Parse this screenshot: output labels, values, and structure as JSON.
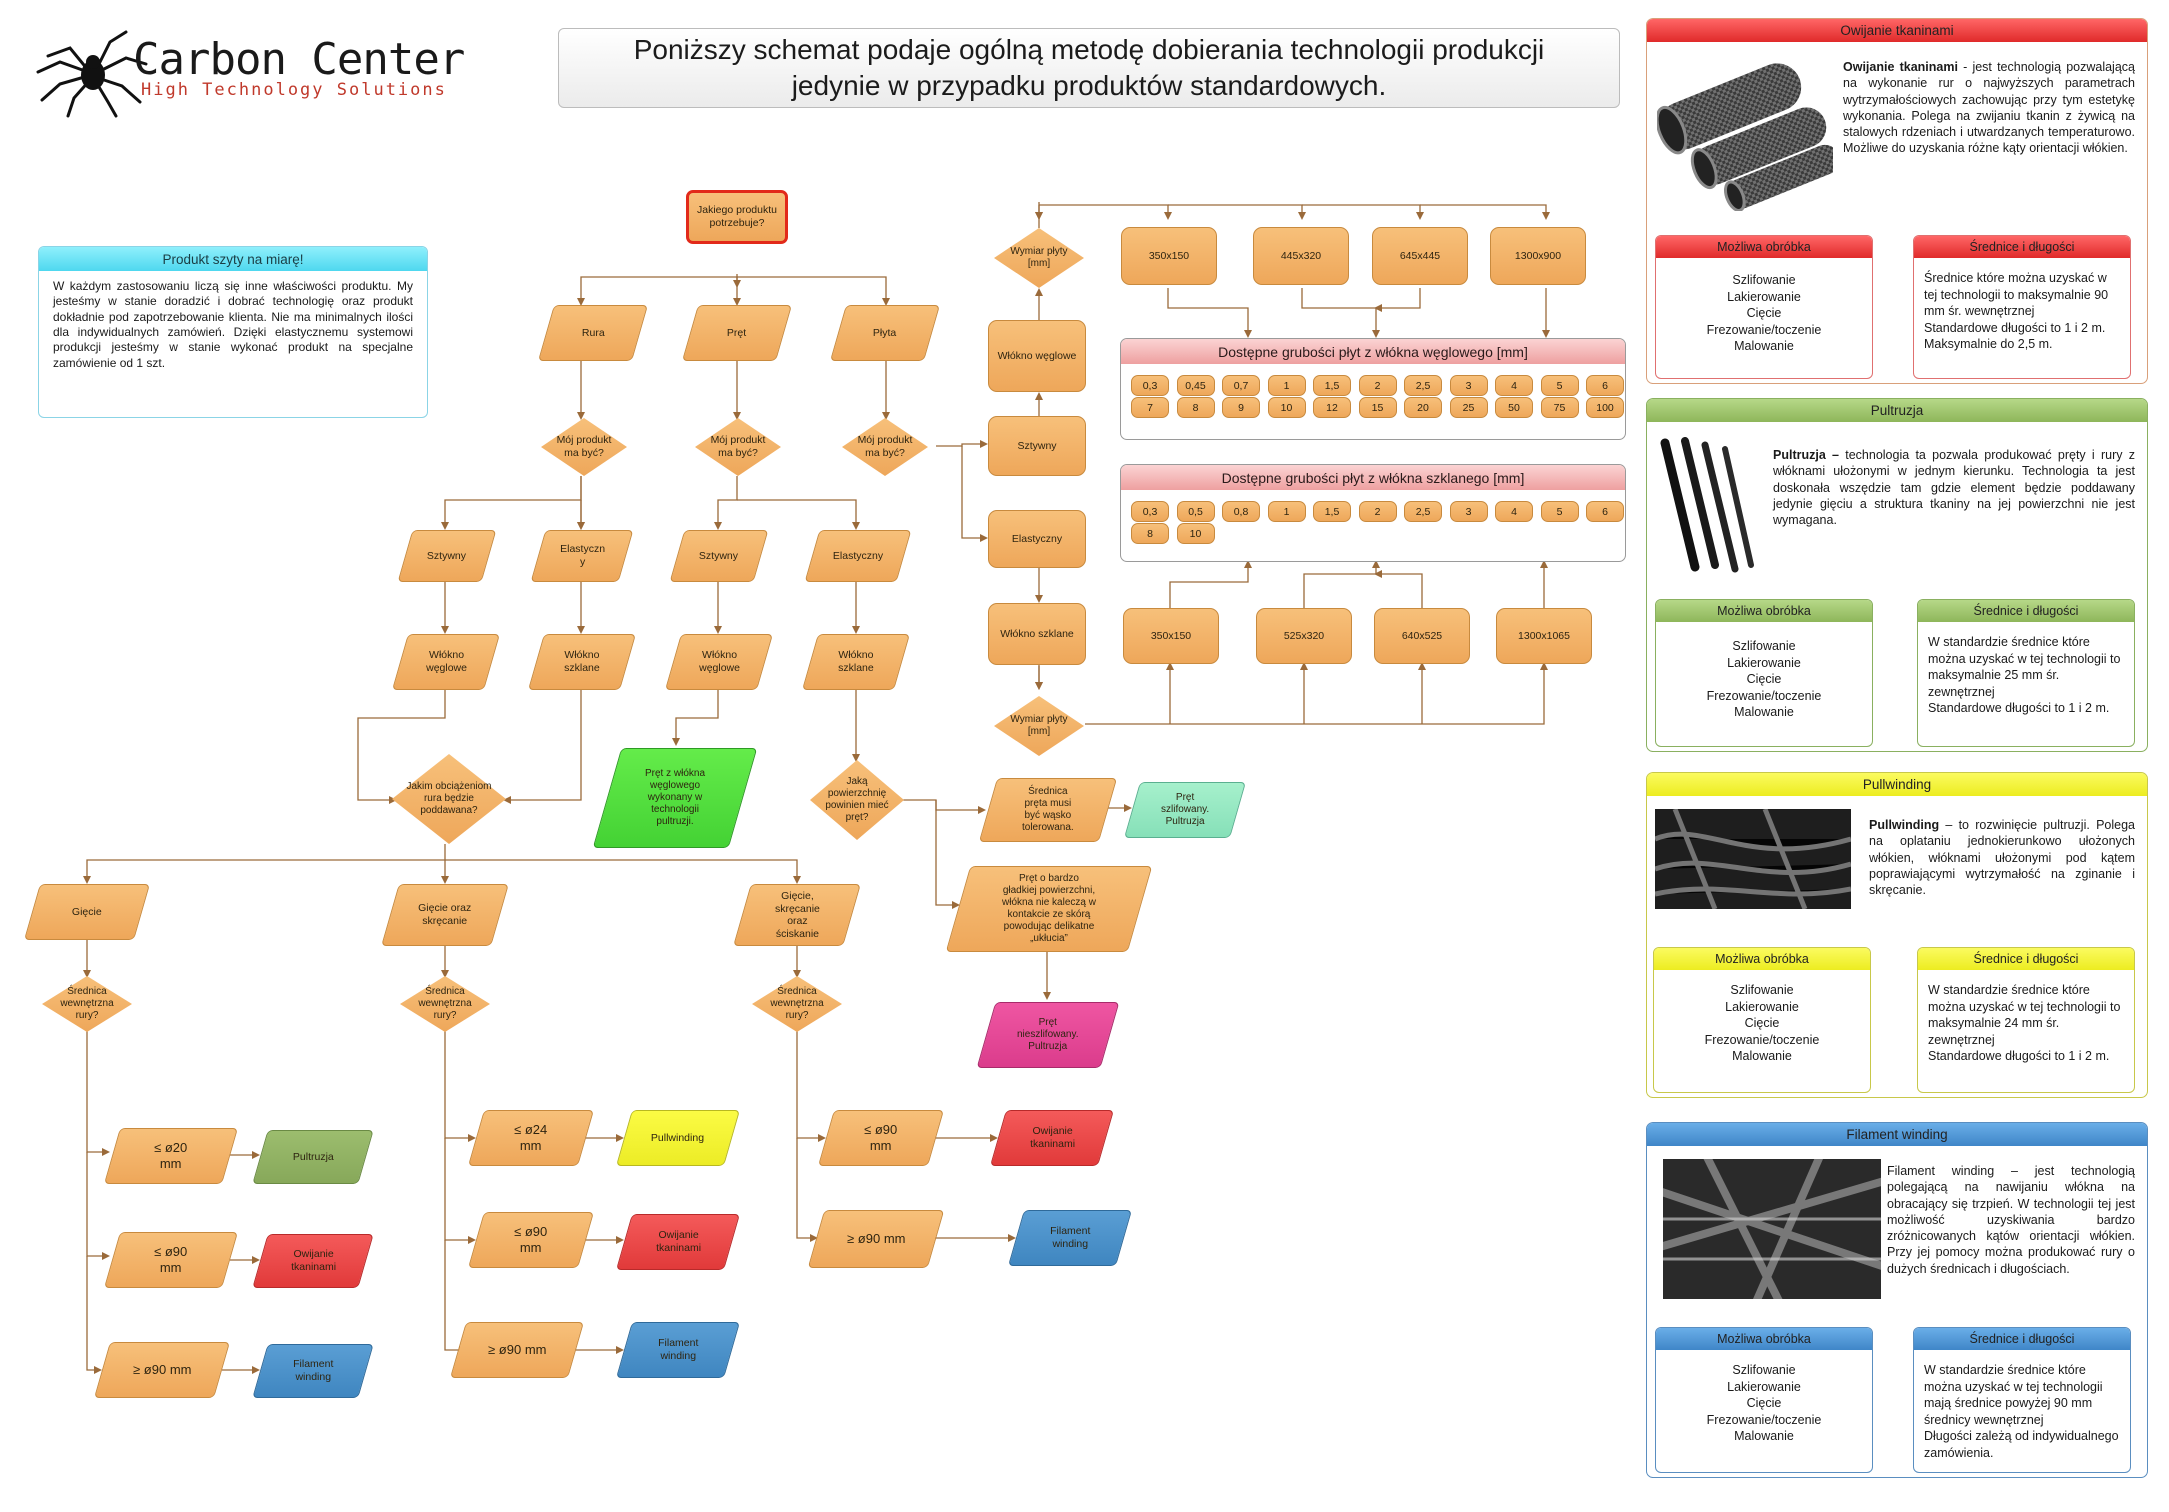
{
  "logo": {
    "title": "Carbon Center",
    "subtitle": "High Technology Solutions"
  },
  "page_title": "Poniższy schemat podaje ogólną metodę dobierania technologii produkcji\njedynie w przypadku produktów standardowych.",
  "custom_box": {
    "title": "Produkt szyty na miarę!",
    "text": "W każdym zastosowaniu liczą się inne właściwości produktu. My jesteśmy w stanie doradzić i dobrać technologię oraz produkt dokładnie pod zapotrzebowanie klienta. Nie ma minimalnych ilości dla indywidualnych zamówień. Dzięki elastycznemu systemowi produkcji jesteśmy w stanie wykonać produkt na specjalne zamówienie od 1 szt."
  },
  "nodes": {
    "start": "Jakiego produktu\npotrzebuje?",
    "rura": "Rura",
    "pret": "Pręt",
    "plyta": "Płyta",
    "q_rura": "Mój produkt\nma być?",
    "q_pret": "Mój produkt\nma być?",
    "q_plyta": "Mój produkt\nma być?",
    "rura_sztywny": "Sztywny",
    "rura_elast": "Elastyczn\ny",
    "pret_sztywny": "Sztywny",
    "pret_elast": "Elastyczny",
    "rura_wegl": "Włókno\nwęglowe",
    "rura_szkl": "Włókno\nszklane",
    "pret_wegl": "Włókno\nwęglowe",
    "pret_szkl": "Włókno\nszklane",
    "q_load": "Jakim obciążeniom\nrura będzie\npoddawana?",
    "pret_pult": "Pręt z włókna\nwęglowego\nwykonany w\ntechnologii\npultruzji.",
    "q_surface": "Jaką\npowierzchnię\npowinien mieć\npręt?",
    "srednica_tol": "Średnica\npręta musi\nbyć wąsko\ntolerowana.",
    "pret_szlif": "Pręt\nszlifowany.\nPultruzja",
    "pret_gladki": "Pręt o bardzo\ngładkiej powierzchni,\nwłókna nie kaleczą w\nkontakcie ze skórą\npowodując delikatne\n„ukłucia”",
    "pret_nieszlif": "Pręt\nnieszlifowany.\nPultruzja",
    "giecie": "Gięcie",
    "giecie_skr": "Gięcie oraz\nskręcanie",
    "giecie_skr_sc": "Gięcie,\nskręcanie\noraz\nściskanie",
    "q_sr1": "Średnica\nwewnętrzna\nrury?",
    "q_sr2": "Średnica\nwewnętrzna\nrury?",
    "q_sr3": "Średnica\nwewnętrzna\nrury?",
    "a_le20": "≤ ø20\nmm",
    "a_le90_1": "≤ ø90\nmm",
    "a_ge90_1": "≥  ø90 mm",
    "a_le24": "≤ ø24\nmm",
    "a_le90_2": "≤ ø90\nmm",
    "a_ge90_2": "≥  ø90 mm",
    "a_le90_3": "≤ ø90\nmm",
    "a_ge90_3": "≥  ø90 mm",
    "r_pultruzja": "Pultruzja",
    "r_owij1": "Owijanie\ntkaninami",
    "r_fil1": "Filament\nwinding",
    "r_pullwinding": "Pullwinding",
    "r_owij2": "Owijanie\ntkaninami",
    "r_fil2": "Filament\nwinding",
    "r_owij3": "Owijanie\ntkaninami",
    "r_fil3": "Filament\nwinding",
    "plyta_sztywny": "Sztywny",
    "plyta_elast": "Elastyczny",
    "plyta_wegl": "Włókno węglowe",
    "plyta_szkl": "Włókno szklane",
    "wym_top": "Wymiar płyty\n[mm]",
    "wym_bot": "Wymiar płyty\n[mm]",
    "top_sizes": [
      "350x150",
      "445x320",
      "645x445",
      "1300x900"
    ],
    "bot_sizes": [
      "350x150",
      "525x320",
      "640x525",
      "1300x1065"
    ]
  },
  "carbon_plates": {
    "title": "Dostępne grubości płyt z włókna węglowego [mm]",
    "values": [
      "0,3",
      "0,45",
      "0,7",
      "1",
      "1,5",
      "2",
      "2,5",
      "3",
      "4",
      "5",
      "6",
      "7",
      "8",
      "9",
      "10",
      "12",
      "15",
      "20",
      "25",
      "50",
      "75",
      "100"
    ]
  },
  "glass_plates": {
    "title": "Dostępne grubości płyt z włókna szklanego [mm]",
    "values": [
      "0,3",
      "0,5",
      "0,8",
      "1",
      "1,5",
      "2",
      "2,5",
      "3",
      "4",
      "5",
      "6",
      "8",
      "10"
    ]
  },
  "tech_panels": [
    {
      "title": "Owijanie tkaninami",
      "desc_bold": "Owijanie tkaninami",
      "desc": " - jest technologią pozwalającą na wykonanie rur o najwyższych parametrach wytrzymałościowych zachowując przy tym estetykę wykonania. Polega na zwijaniu tkanin z żywicą na stalowych rdzeniach i utwardzanych temperaturowo. Możliwe do uzyskania różne kąty orientacji włókien.",
      "proc_title": "Możliwa obróbka",
      "proc": "Szlifowanie\nLakierowanie\nCięcie\nFrezowanie/toczenie\nMalowanie",
      "dim_title": "Średnice i długości",
      "dim": "Średnice które można uzyskać w tej technologii to maksymalnie 90 mm śr. wewnętrznej\nStandardowe długości to 1 i 2 m.\nMaksymalnie do 2,5 m."
    },
    {
      "title": "Pultruzja",
      "desc_bold": "Pultruzja –",
      "desc": " technologia ta pozwala produkować pręty i rury z włóknami ułożonymi w jednym kierunku. Technologia ta jest doskonała wszędzie tam gdzie element będzie poddawany jedynie gięciu a struktura tkaniny na jej powierzchni nie jest wymagana.",
      "proc_title": "Możliwa obróbka",
      "proc": "Szlifowanie\nLakierowanie\nCięcie\nFrezowanie/toczenie\nMalowanie",
      "dim_title": "Średnice i długości",
      "dim": "W standardzie średnice które można uzyskać w tej technologii to maksymalnie 25 mm śr. zewnętrznej\nStandardowe długości to 1 i 2 m."
    },
    {
      "title": "Pullwinding",
      "desc_bold": "Pullwinding",
      "desc": " – to rozwinięcie pultruzji. Polega na oplataniu jednokierunkowo ułożonych włókien, włóknami ułożonymi pod kątem poprawiającymi wytrzymałość na zginanie i skręcanie.",
      "proc_title": "Możliwa obróbka",
      "proc": "Szlifowanie\nLakierowanie\nCięcie\nFrezowanie/toczenie\nMalowanie",
      "dim_title": "Średnice i długości",
      "dim": "W standardzie średnice które można uzyskać w tej technologii to maksymalnie 24 mm śr. zewnętrznej\nStandardowe długości to 1 i 2 m."
    },
    {
      "title": "Filament winding",
      "desc_bold": "",
      "desc": "Filament winding – jest technologią polegającą na nawijaniu włókna na obracający się trzpień. W technologii tej jest możliwość uzyskiwania bardzo zróżnicowanych kątów orientacji włókien. Przy jej pomocy można produkować rury o dużych średnicach i długościach.",
      "proc_title": "Możliwa obróbka",
      "proc": "Szlifowanie\nLakierowanie\nCięcie\nFrezowanie/toczenie\nMalowanie",
      "dim_title": "Średnice i długości",
      "dim": "W standardzie średnice które można uzyskać w tej technologii mają średnice powyżej 90 mm średnicy wewnętrznej\nDługości zależą od indywidualnego zamówienia."
    }
  ],
  "colors": {
    "orange": "#eea75a",
    "red": "#e13a3a",
    "green": "#44d234",
    "olive": "#87a85a",
    "yellow": "#ecec26",
    "blue": "#3f86c0",
    "mint": "#86e0b8",
    "pink": "#db3c8c",
    "connector": "#9a6a3a"
  }
}
